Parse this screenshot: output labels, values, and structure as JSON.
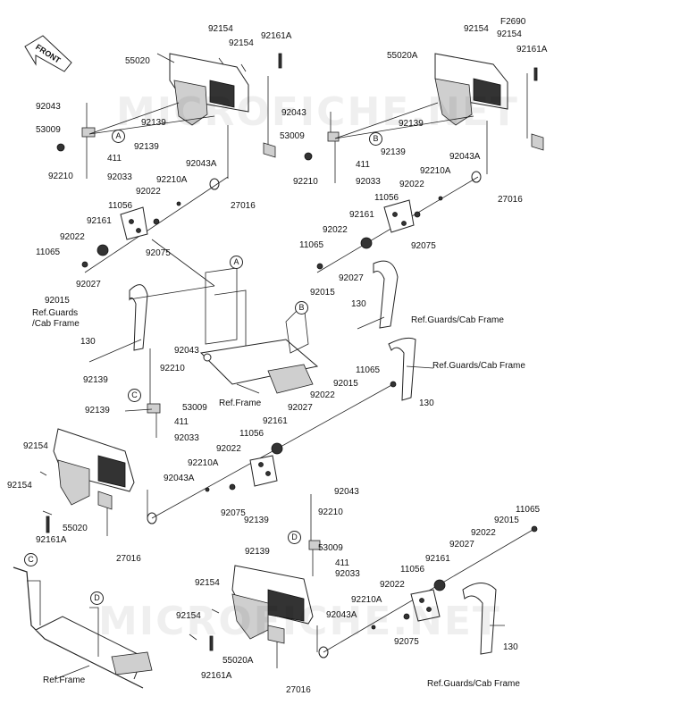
{
  "front_badge": "FRONT",
  "watermarks": [
    "MICROFICHE.NET",
    "MICROFICHE.NET"
  ],
  "callouts": {
    "a1": "A",
    "b1": "B",
    "a2": "A",
    "b2": "B",
    "c1": "C",
    "d1": "D",
    "c2": "C",
    "d2": "D"
  },
  "labels": {
    "p92154_1": "92154",
    "p92154_2": "92154",
    "p92161A_1": "92161A",
    "p55020_1": "55020",
    "p92043_1": "92043",
    "p53009_1": "53009",
    "p92139_1a": "92139",
    "p92139_1b": "92139",
    "p411_1": "411",
    "p92210_1": "92210",
    "p92033_1": "92033",
    "p92043A_1": "92043A",
    "p92210A_1": "92210A",
    "p92022_1a": "92022",
    "p11056_1": "11056",
    "p92161_1": "92161",
    "p92022_1b": "92022",
    "p11065_1": "11065",
    "p92075_1": "92075",
    "p92027_1": "92027",
    "p92015_1": "92015",
    "p27016_1": "27016",
    "ref_guards_1": "Ref.Guards\n/Cab Frame",
    "p130_1": "130",
    "p92154_3": "92154",
    "pF2690": "F2690",
    "p92154_4": "92154",
    "p92161A_2": "92161A",
    "p55020A_1": "55020A",
    "p92043_2": "92043",
    "p53009_2": "53009",
    "p92139_2a": "92139",
    "p92139_2b": "92139",
    "p411_2": "411",
    "p92210_2": "92210",
    "p92033_2": "92033",
    "p92043A_2": "92043A",
    "p92210A_2": "92210A",
    "p92022_2a": "92022",
    "p11056_2": "11056",
    "p92161_2": "92161",
    "p92022_2b": "92022",
    "p11065_2": "11065",
    "p92075_2": "92075",
    "p92027_2": "92027",
    "p92015_2": "92015",
    "p27016_2": "27016",
    "p130_2": "130",
    "ref_guards_2": "Ref.Guards/Cab Frame",
    "ref_frame_1": "Ref.Frame",
    "ref_guards_3": "Ref.Guards/Cab Frame",
    "p130_3": "130",
    "p92043_3": "92043",
    "p92210_3": "92210",
    "p92139_3a": "92139",
    "p53009_3": "53009",
    "p92139_3b": "92139",
    "p411_3": "411",
    "p92033_3": "92033",
    "p11065_3": "11065",
    "p92015_3": "92015",
    "p92022_3a": "92022",
    "p92027_3": "92027",
    "p92161_3": "92161",
    "p11056_3": "11056",
    "p92154_5": "92154",
    "p92022_3b": "92022",
    "p92210A_3": "92210A",
    "p92154_6": "92154",
    "p92043A_3": "92043A",
    "p55020_2": "55020",
    "p92161A_3": "92161A",
    "p92075_3": "92075",
    "p27016_3": "27016",
    "p92043_4": "92043",
    "p92210_4": "92210",
    "p92139_4a": "92139",
    "p53009_4": "53009",
    "p92139_4b": "92139",
    "p411_4": "411",
    "p92033_4": "92033",
    "p11065_4": "11065",
    "p92015_4": "92015",
    "p92022_4a": "92022",
    "p92027_4": "92027",
    "p92161_4": "92161",
    "p11056_4": "11056",
    "p92154_7": "92154",
    "p92022_4b": "92022",
    "p92210A_4": "92210A",
    "p92154_8": "92154",
    "p92043A_4": "92043A",
    "p55020A_2": "55020A",
    "p92161A_4": "92161A",
    "p92075_4": "92075",
    "p27016_4": "27016",
    "p130_4": "130",
    "ref_guards_4": "Ref.Guards/Cab Frame",
    "ref_frame_2": "Ref.Frame"
  }
}
